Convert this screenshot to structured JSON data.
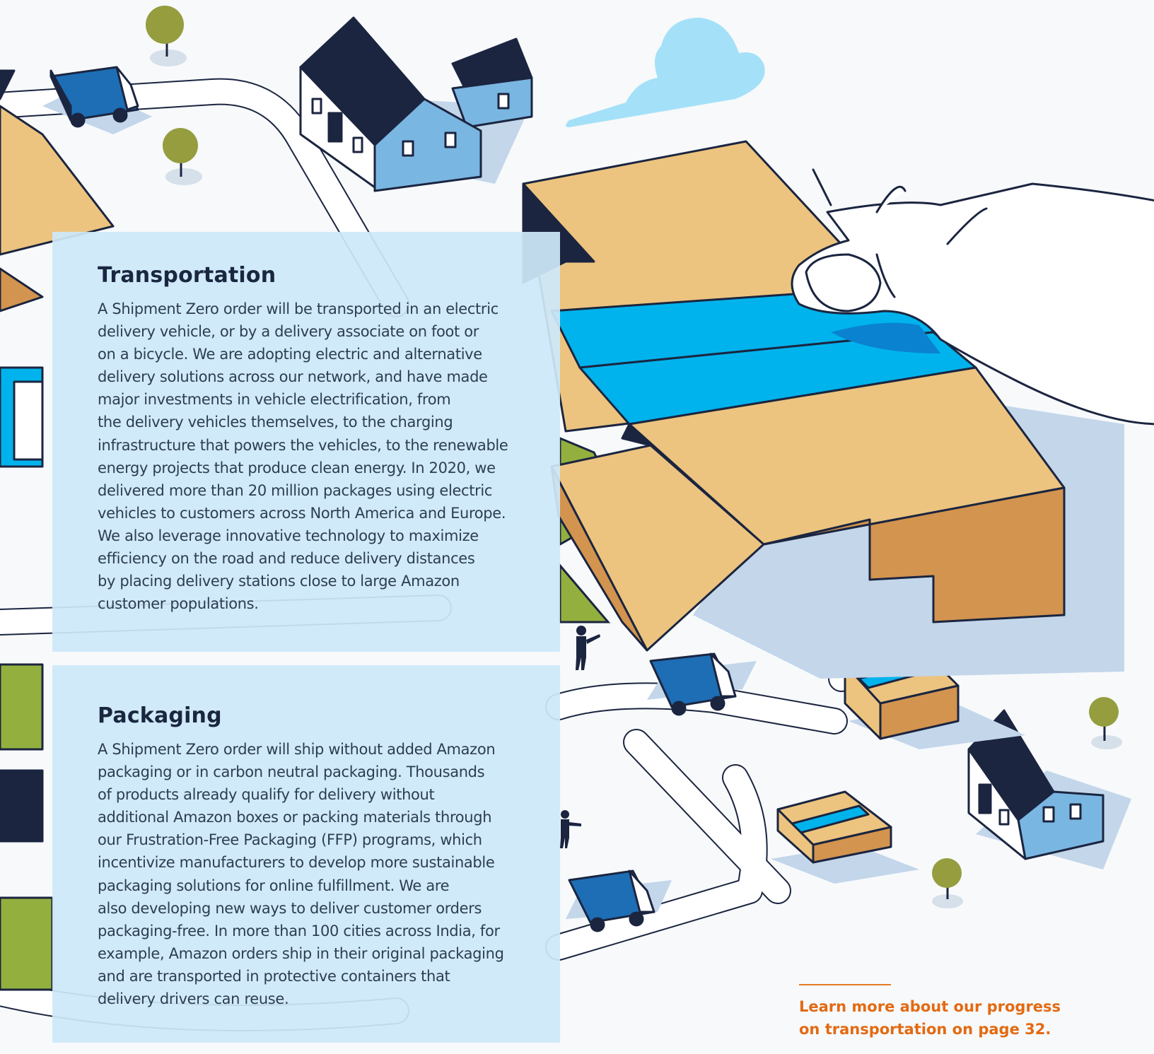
{
  "sections": [
    {
      "heading": "Transportation",
      "body": "A Shipment Zero order will be transported in an electric\ndelivery vehicle, or by a delivery associate on foot or\non a bicycle. We are adopting electric and alternative\ndelivery solutions across our network, and have made\nmajor investments in vehicle electrification, from\nthe delivery vehicles themselves, to the charging\ninfrastructure that powers the vehicles, to the renewable\nenergy projects that produce clean energy. In 2020, we\ndelivered more than 20 million packages using electric\nvehicles to customers across North America and Europe.\nWe also leverage innovative technology to maximize\nefficiency on the road and reduce delivery distances\nby placing delivery stations close to large Amazon\ncustomer populations."
    },
    {
      "heading": "Packaging",
      "body": "A Shipment Zero order will ship without added Amazon\npackaging or in carbon neutral packaging. Thousands\nof products already qualify for delivery without\nadditional Amazon boxes or packing materials through\nour Frustration-Free Packaging (FFP) programs, which\nincentivize manufacturers to develop more sustainable\npackaging solutions for online fulfillment. We are\nalso developing new ways to deliver customer orders\npackaging-free. In more than 100 cities across India, for\nexample, Amazon orders ship in their original packaging\nand are transported in protective containers that\ndelivery drivers can reuse."
    }
  ],
  "callout": {
    "text": "Learn more about our progress\non transportation on page 32."
  },
  "colors": {
    "navy": "#1b2540",
    "tan": "#ecc47f",
    "tan_dark": "#d3944f",
    "sky_blue": "#00b3ec",
    "house_blue": "#7ab6e2",
    "van_blue": "#1d6eb5",
    "grass": "#93b03f",
    "tree": "#959d3f",
    "cloud": "#a4e1f8",
    "shadow": "#c3d6ea",
    "panel": "#cee8f9",
    "accent_orange": "#e36a12"
  },
  "icons": {
    "vans": "delivery-van-icon",
    "houses": "house-icon",
    "trees": "tree-icon",
    "boxes": "package-box-icon",
    "cloud": "cloud-icon",
    "hand": "hand-icon",
    "people": "person-icon"
  }
}
